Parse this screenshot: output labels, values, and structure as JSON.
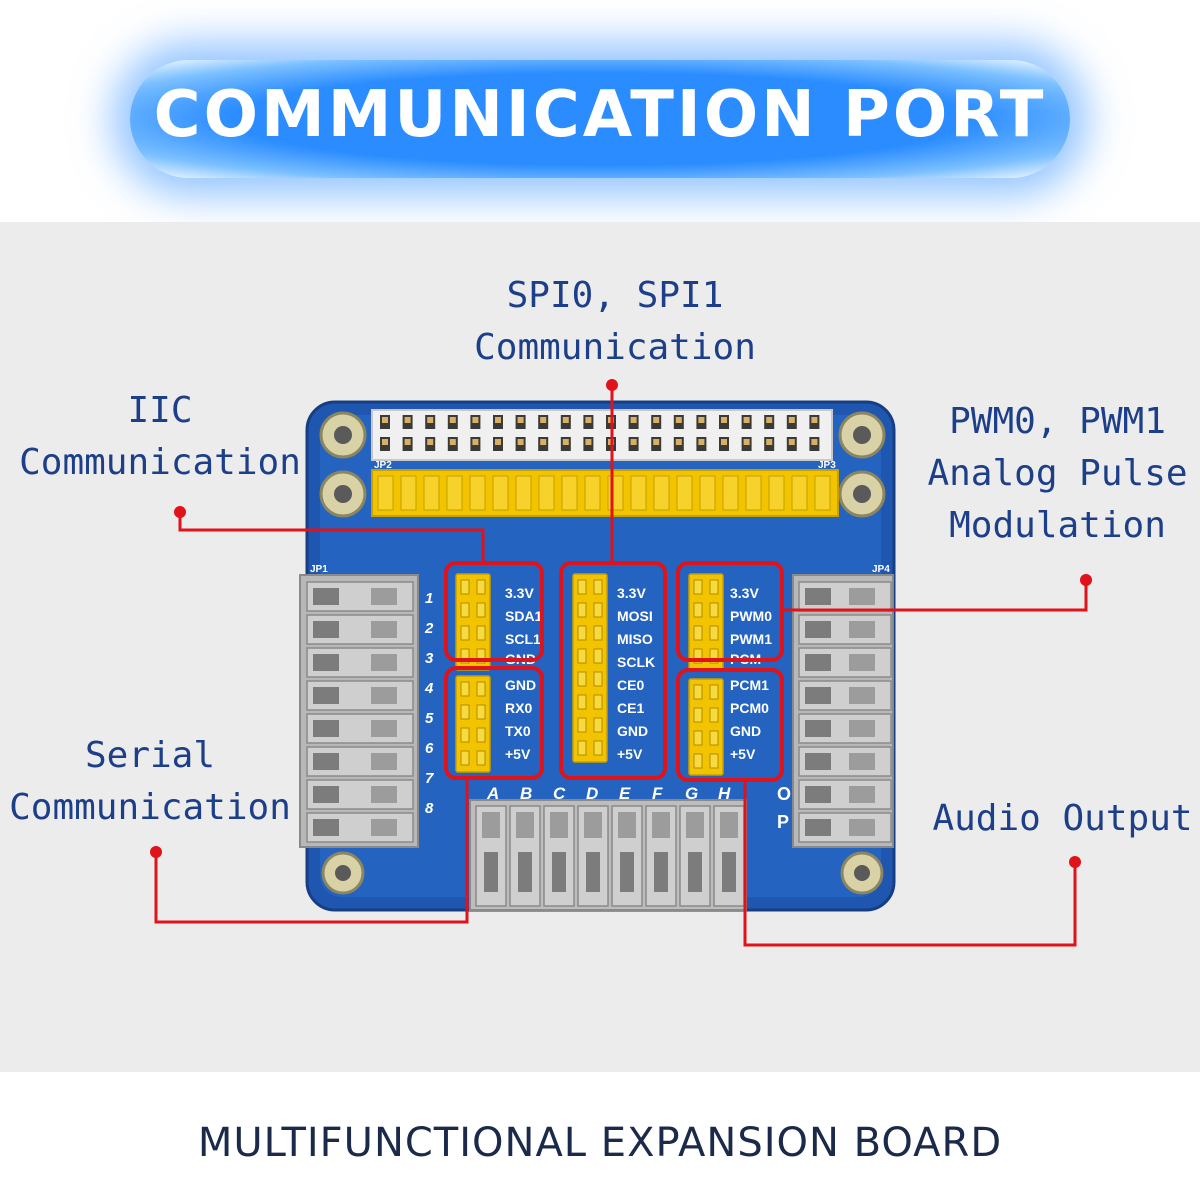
{
  "header": {
    "title": "COMMUNICATION PORT"
  },
  "callouts": {
    "iic": {
      "line1": "IIC",
      "line2": "Communication"
    },
    "spi": {
      "line1": "SPI0, SPI1",
      "line2": "Communication"
    },
    "pwm": {
      "line1": "PWM0, PWM1",
      "line2": "Analog Pulse",
      "line3": "Modulation"
    },
    "serial": {
      "line1": "Serial",
      "line2": "Communication"
    },
    "audio": {
      "line1": "Audio Output"
    }
  },
  "board": {
    "groups": {
      "iic": [
        "3.3V",
        "SDA1",
        "SCL1",
        "GND"
      ],
      "serial": [
        "GND",
        "RX0",
        "TX0",
        "+5V"
      ],
      "spi": [
        "3.3V",
        "MOSI",
        "MISO",
        "SCLK",
        "CE0",
        "CE1",
        "GND",
        "+5V"
      ],
      "pwm": [
        "3.3V",
        "PWM0",
        "PWM1",
        "PCM"
      ],
      "audio": [
        "PCM1",
        "PCM0",
        "GND",
        "+5V"
      ]
    },
    "row_numbers": [
      "1",
      "2",
      "3",
      "4",
      "5",
      "6",
      "7",
      "8"
    ],
    "column_letters": [
      "A",
      "B",
      "C",
      "D",
      "E",
      "F",
      "G",
      "H"
    ],
    "right_letters": [
      "O",
      "P"
    ],
    "header_labels": [
      "JP2",
      "JP3",
      "JP1",
      "JP4"
    ]
  },
  "footer": {
    "title": "MULTIFUNCTIONAL EXPANSION BOARD"
  },
  "colors": {
    "accent_red": "#e0121a",
    "label_blue": "#1d3f8a",
    "board_blue": "#1f57b0",
    "pin_yellow": "#f2c400",
    "banner_blue": "#2a8cff"
  }
}
